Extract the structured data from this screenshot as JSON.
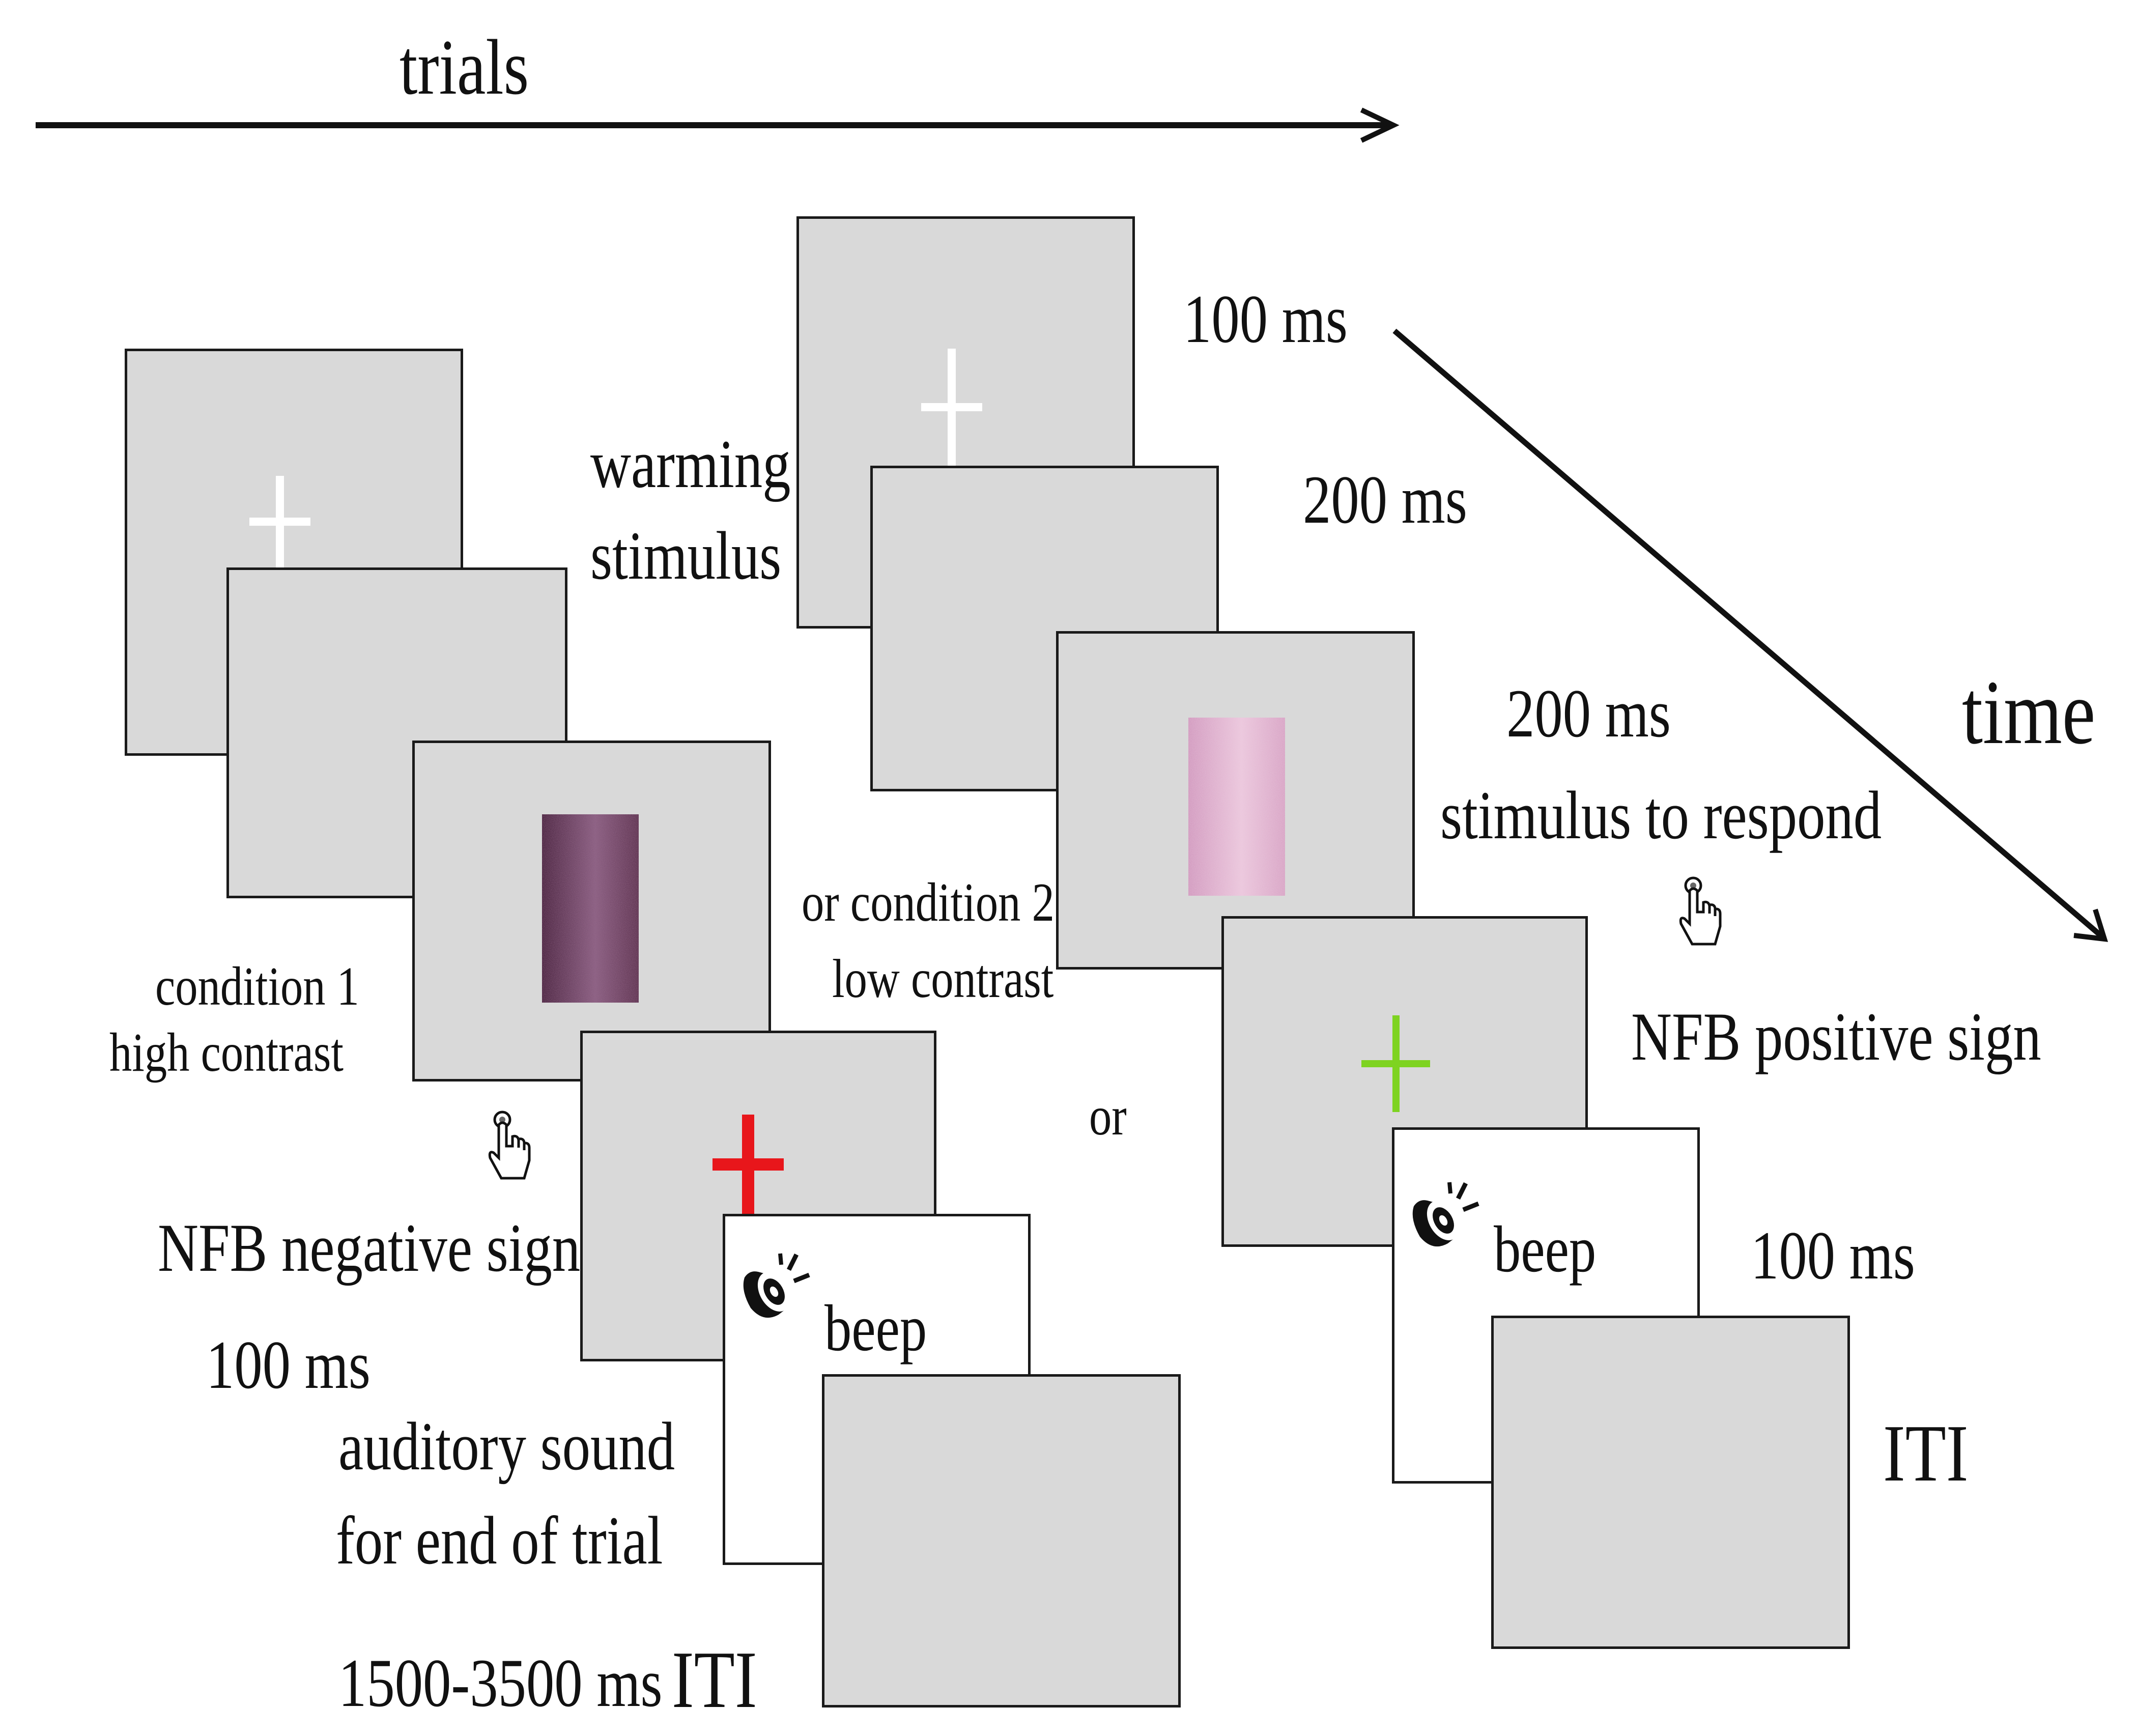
{
  "axes": {
    "trials_label": "trials",
    "time_label": "time"
  },
  "colors": {
    "frame_fill": "#d9d9d9",
    "negative_cross": "#e8161b",
    "positive_cross": "#7ed321",
    "fixation_cross": "#ffffff",
    "high_contrast_patch": "#5e3350",
    "low_contrast_patch": "#d9a6c6"
  },
  "condition1": {
    "label_line1": "condition 1",
    "label_line2": "high  contrast",
    "feedback_label": "NFB negative sign",
    "feedback_duration": "100 ms",
    "sound_line1": "auditory  sound",
    "sound_line2": "for  end of trial",
    "beep_label": "beep",
    "iti_duration": "1500-3500 ms",
    "iti_label": "ITI"
  },
  "center": {
    "warming_line1": "warming",
    "warming_line2": "stimulus",
    "or_condition_line1": "or condition 2",
    "or_condition_line2": "low contrast",
    "or_label": "or"
  },
  "condition2": {
    "fixation_duration": "100 ms",
    "blank_duration": "200 ms",
    "stimulus_duration": "200 ms",
    "stimulus_label": "stimulus to respond",
    "feedback_label": "NFB positive  sign",
    "beep_label": "beep",
    "beep_duration": "100 ms",
    "iti_label": "ITI"
  },
  "icons": {
    "finger": "pointing-hand-icon",
    "speaker": "speaker-icon"
  }
}
